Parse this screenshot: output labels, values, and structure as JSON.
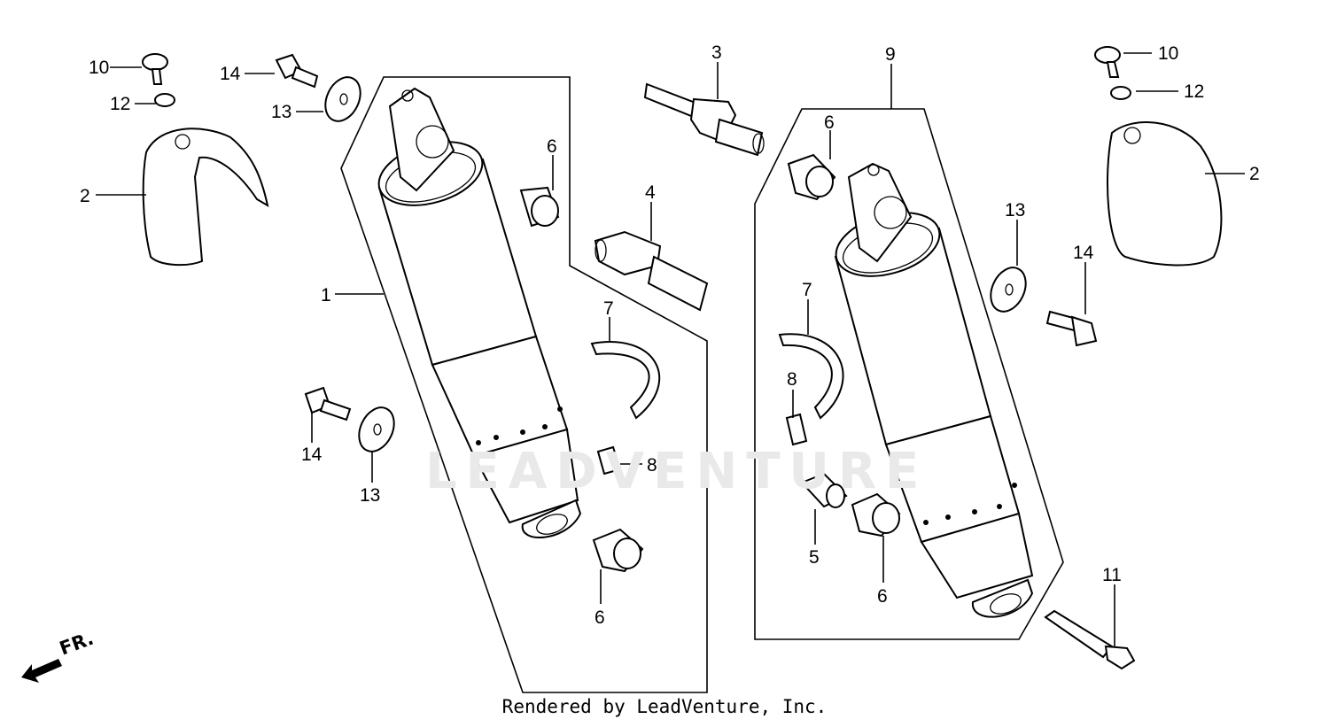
{
  "diagram": {
    "callouts": {
      "c1": "1",
      "c2a": "2",
      "c2b": "2",
      "c3": "3",
      "c4": "4",
      "c5": "5",
      "c6a": "6",
      "c6b": "6",
      "c6c": "6",
      "c6d": "6",
      "c7a": "7",
      "c7b": "7",
      "c8a": "8",
      "c8b": "8",
      "c9": "9",
      "c10a": "10",
      "c10b": "10",
      "c11": "11",
      "c12a": "12",
      "c12b": "12",
      "c13a": "13",
      "c13b": "13",
      "c13c": "13",
      "c14a": "14",
      "c14b": "14",
      "c14c": "14"
    },
    "direction_label": "FR.",
    "watermark": "LEADVENTURE",
    "credit": "Rendered by LeadVenture, Inc."
  }
}
